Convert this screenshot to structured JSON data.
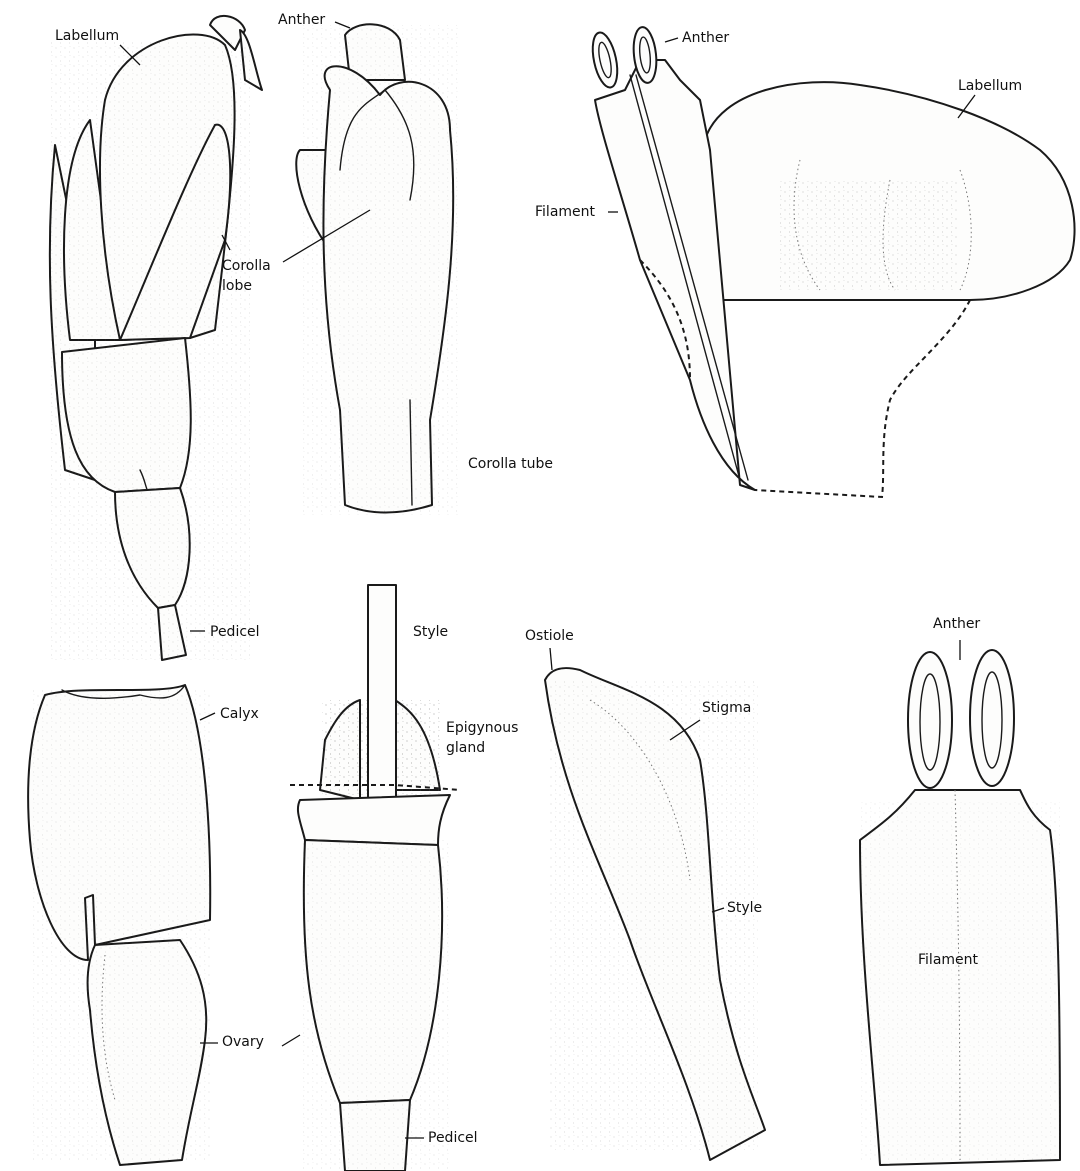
{
  "labels": {
    "labellum_a": "Labellum",
    "anther_a": "Anther",
    "corolla_lobe_1": "Corolla",
    "corolla_lobe_2": "lobe",
    "corolla_tube": "Corolla tube",
    "pedicel_a": "Pedicel",
    "anther_b": "Anther",
    "labellum_b": "Labellum",
    "filament_a": "Filament",
    "style_a": "Style",
    "calyx": "Calyx",
    "epigynous_1": "Epigynous",
    "epigynous_2": "gland",
    "ovary": "Ovary",
    "pedicel_b": "Pedicel",
    "ostiole": "Ostiole",
    "stigma": "Stigma",
    "style_b": "Style",
    "anther_c": "Anther",
    "filament_b": "Filament"
  },
  "colors": {
    "ink": "#1a1a1a",
    "paper": "#ffffff"
  }
}
